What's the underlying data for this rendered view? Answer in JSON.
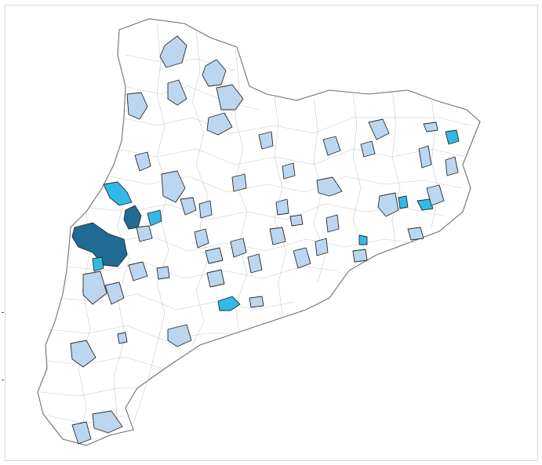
{
  "map": {
    "region": "Catalonia",
    "legend_present": false,
    "palette": {
      "background": "#ffffff",
      "boundary": "#c9c9c9",
      "outline": "#6f6f6f",
      "low": "#bcd6ef",
      "mid": "#33b9e8",
      "high": "#1f6b94"
    },
    "class_counts": {
      "low": 46,
      "mid": 7,
      "high": 2
    }
  }
}
